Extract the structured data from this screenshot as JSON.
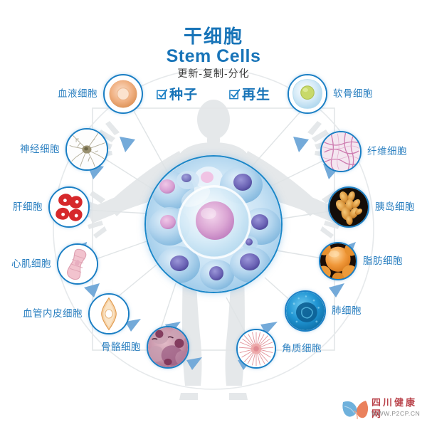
{
  "header": {
    "title_zh": "干细胞",
    "title_en": "Stem Cells",
    "subtitle": "更新-复制-分化",
    "accent_color": "#1874b8"
  },
  "checkboxes": [
    {
      "label": "种子",
      "checked": true,
      "icon": "checkbox-checked-icon"
    },
    {
      "label": "再生",
      "checked": true,
      "icon": "checkbox-checked-icon"
    }
  ],
  "center": {
    "name": "stem-cell-cluster",
    "description": "干细胞"
  },
  "cells": [
    {
      "id": "blood",
      "label": "血液细胞",
      "side": "left",
      "icon": "blood-cell-icon"
    },
    {
      "id": "neuron",
      "label": "神经细胞",
      "side": "left",
      "icon": "neuron-cell-icon"
    },
    {
      "id": "liver",
      "label": "肝细胞",
      "side": "left",
      "icon": "liver-cell-icon"
    },
    {
      "id": "cardiac",
      "label": "心肌细胞",
      "side": "left",
      "icon": "cardiac-muscle-cell-icon"
    },
    {
      "id": "endothelial",
      "label": "血管内皮细胞",
      "side": "left",
      "icon": "endothelial-cell-icon"
    },
    {
      "id": "bone",
      "label": "骨骼细胞",
      "side": "left",
      "icon": "bone-cell-icon"
    },
    {
      "id": "keratin",
      "label": "角质细胞",
      "side": "right",
      "icon": "keratinocyte-cell-icon"
    },
    {
      "id": "lung",
      "label": "肺细胞",
      "side": "right",
      "icon": "lung-cell-icon"
    },
    {
      "id": "fat",
      "label": "脂肪细胞",
      "side": "right",
      "icon": "adipose-cell-icon"
    },
    {
      "id": "islet",
      "label": "胰岛细胞",
      "side": "right",
      "icon": "islet-cell-icon"
    },
    {
      "id": "fibro",
      "label": "纤维细胞",
      "side": "right",
      "icon": "fibroblast-cell-icon"
    },
    {
      "id": "cartilage",
      "label": "软骨细胞",
      "side": "right",
      "icon": "chondrocyte-cell-icon"
    }
  ],
  "watermark": {
    "brand": "四川健康网",
    "url": "WWW.P2CP.CN",
    "brand_color": "#b9424a"
  }
}
